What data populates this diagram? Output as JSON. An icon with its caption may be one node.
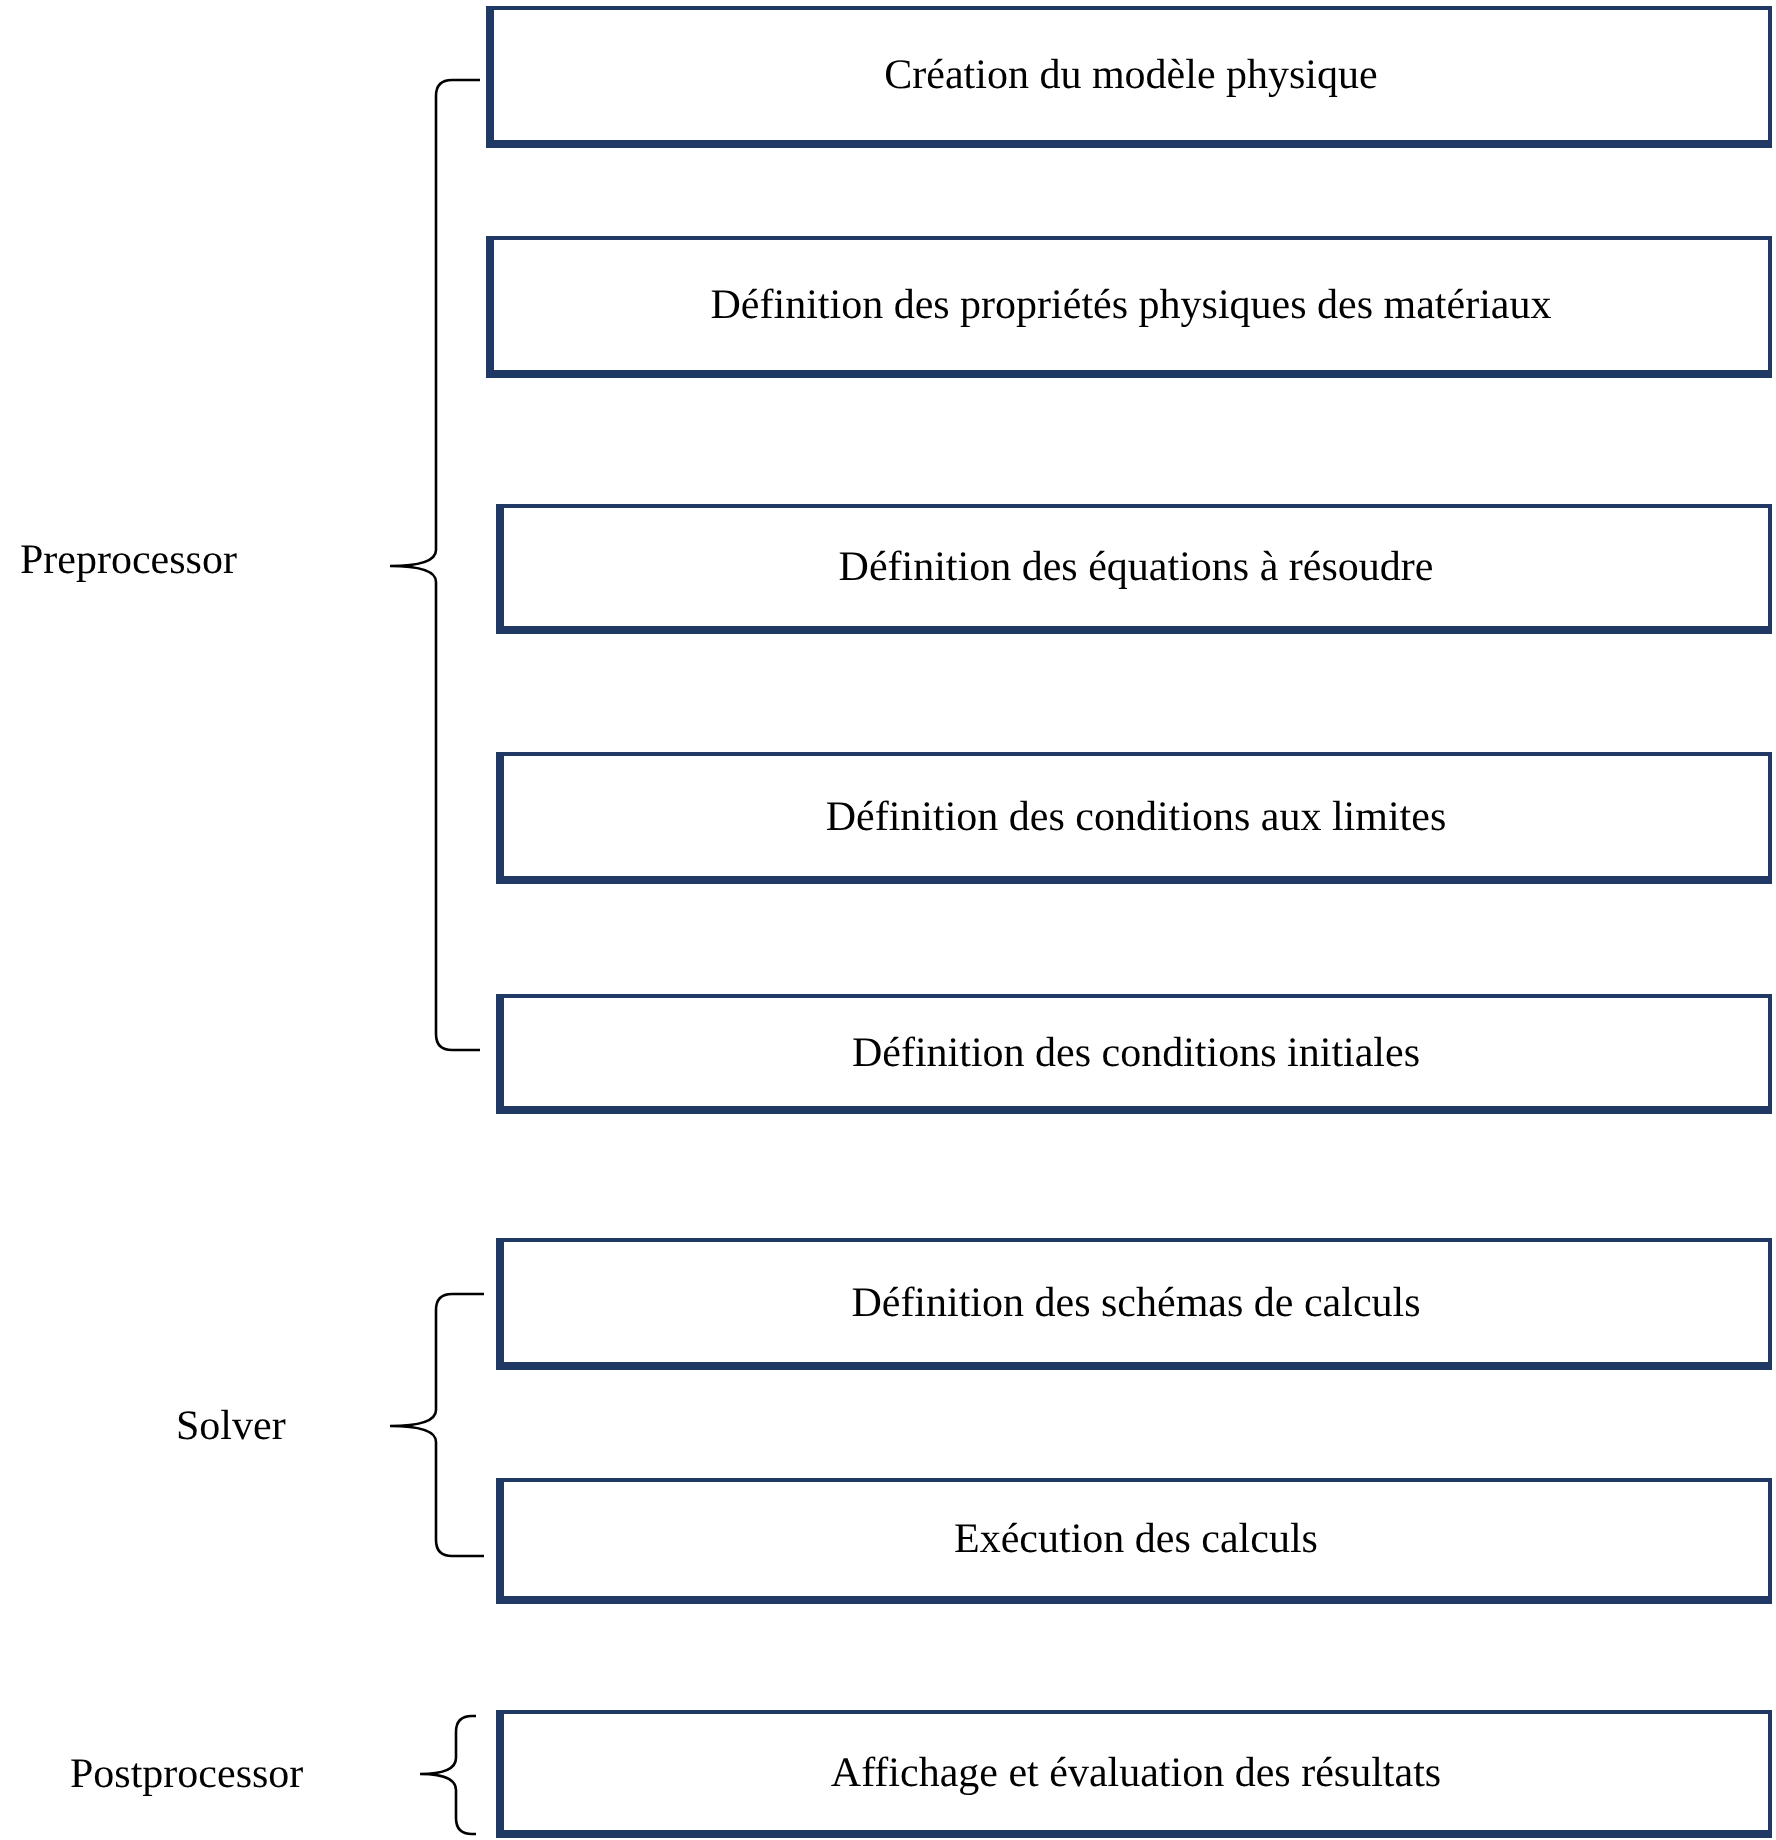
{
  "diagram": {
    "nodes": [
      {
        "text": [
          "Création du modèle physique"
        ]
      },
      {
        "text": [
          "Définition des propriétés physiques des matériaux"
        ]
      },
      {
        "text": [
          "Définition des équations à résoudre"
        ]
      },
      {
        "text": [
          "Définition des conditions aux limites"
        ]
      },
      {
        "text": [
          "Définition des conditions initiales"
        ]
      },
      {
        "text": [
          "Définition des schémas de calculs"
        ]
      },
      {
        "text": [
          "Exécution des calculs"
        ]
      },
      {
        "text": [
          "Affichage et évaluation des résultats"
        ]
      }
    ],
    "labels": [
      "Preprocessor",
      "Solver",
      "Postprocessor"
    ]
  }
}
